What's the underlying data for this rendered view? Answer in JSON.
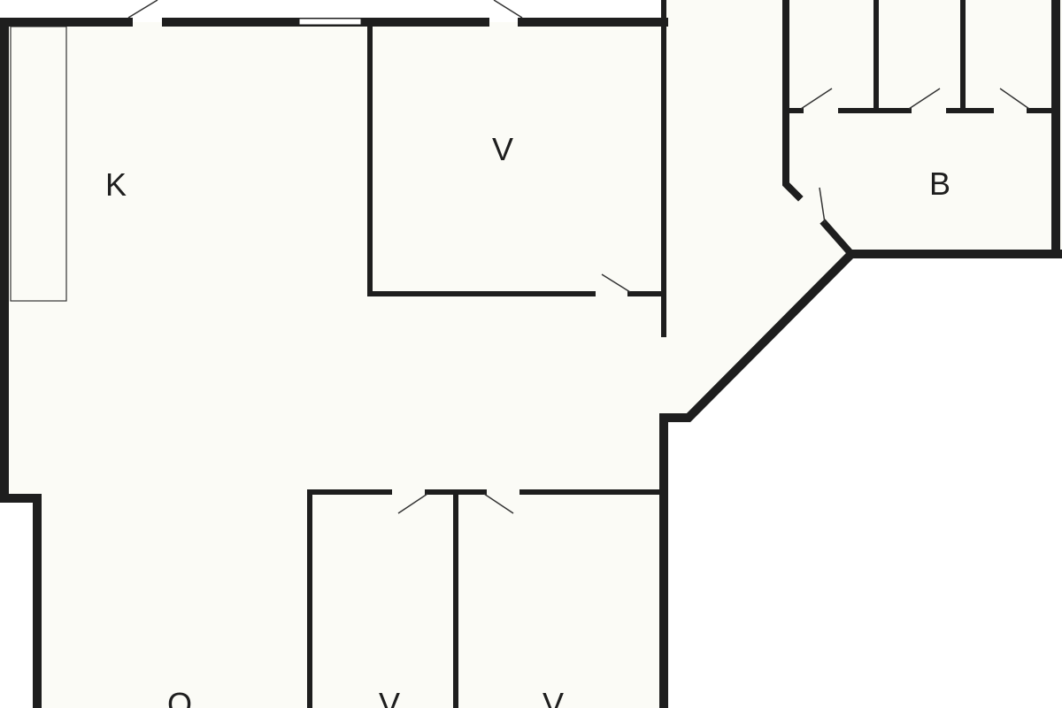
{
  "rooms": [
    {
      "label": "K"
    },
    {
      "label": "V"
    },
    {
      "label": "B"
    },
    {
      "label": "O"
    },
    {
      "label": "V"
    },
    {
      "label": "V"
    }
  ],
  "colors": {
    "wall": "#1e1e1e",
    "floor": "#fbfbf6",
    "background": "#ffffff"
  }
}
